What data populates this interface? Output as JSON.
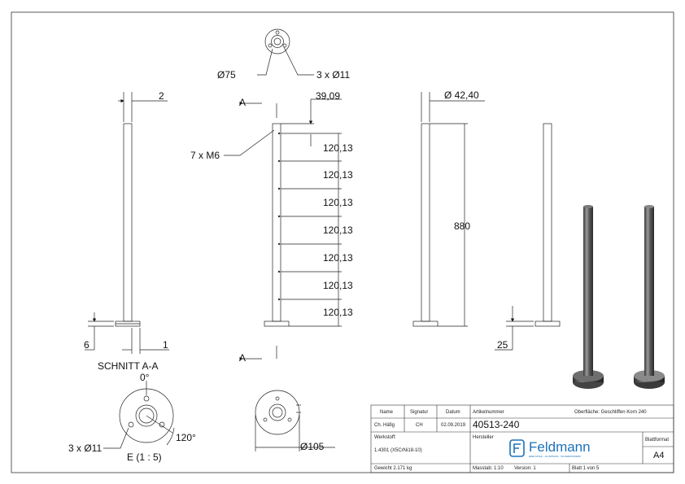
{
  "view_top": {
    "dia": "Ø75",
    "holes": "3 x Ø11"
  },
  "view_side1": {
    "top": "2",
    "bottom_left": "6",
    "bottom_right": "1"
  },
  "view_main": {
    "section_top": "A",
    "section_bottom": "A",
    "offset": "39,09",
    "threads": "7 x M6",
    "spacing": [
      "120,13",
      "120,13",
      "120,13",
      "120,13",
      "120,13",
      "120,13",
      "120,13"
    ]
  },
  "view_front": {
    "dia": "Ø 42,40",
    "height": "880"
  },
  "view_right": {
    "base": "25"
  },
  "section_view": {
    "title": "SCHNITT A-A",
    "angle1": "0°",
    "angle2": "120°",
    "holes": "3 x Ø11",
    "detail": "E (1 : 5)"
  },
  "bottom_view": {
    "dia": "Ø105"
  },
  "title_block": {
    "name_h": "Name",
    "sig_h": "Signatur",
    "date_h": "Datum",
    "name_v": "Ch. Häfig",
    "sig_v": "CH",
    "date_v": "02.09.2019",
    "article_h": "Artikelnummer",
    "article_v": "40513-240",
    "surface": "Oberfläche:  Geschliffen Korn 240",
    "material_h": "Werkstoff:",
    "material_v": "1.4301 (X5CrNi18-10)",
    "maker_h": "Hersteller",
    "logo": "Feldmann",
    "logo_sub": "EDELSTAHL · ALUMINIUM · SCHWEISSWERK",
    "format_h": "Blattformat",
    "format_v": "A4",
    "weight": "Gewicht 2.171 kg",
    "scale": "Masstab: 1:10",
    "version": "Version: 1",
    "sheet": "Blatt 1 von 5"
  }
}
